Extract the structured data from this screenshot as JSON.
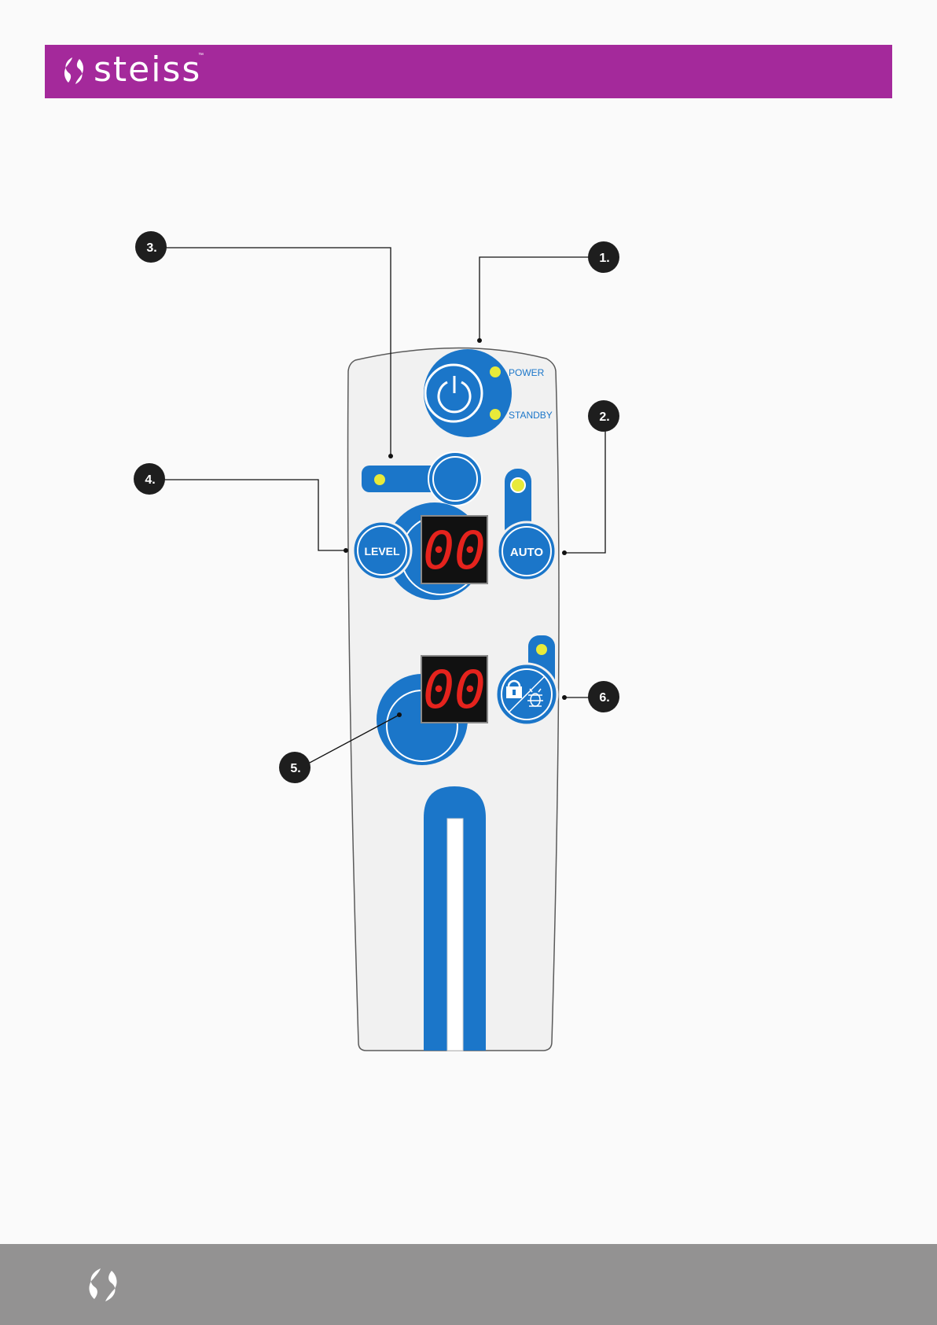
{
  "brand": {
    "name": "steiss",
    "tm": "™"
  },
  "callouts": [
    "1.",
    "2.",
    "3.",
    "4.",
    "5.",
    "6."
  ],
  "panel": {
    "power_label": "POWER",
    "standby_label": "STANDBY",
    "level_label": "LEVEL",
    "auto_label": "AUTO",
    "display_top": "00",
    "display_bottom": "00"
  },
  "colors": {
    "header": "#a4299b",
    "footer": "#939292",
    "panel_blue": "#1b76c9",
    "led_yellow": "#e8ea3a",
    "display_red": "#e5231d"
  },
  "icons": [
    "power-icon",
    "lock-icon",
    "bug-icon"
  ]
}
